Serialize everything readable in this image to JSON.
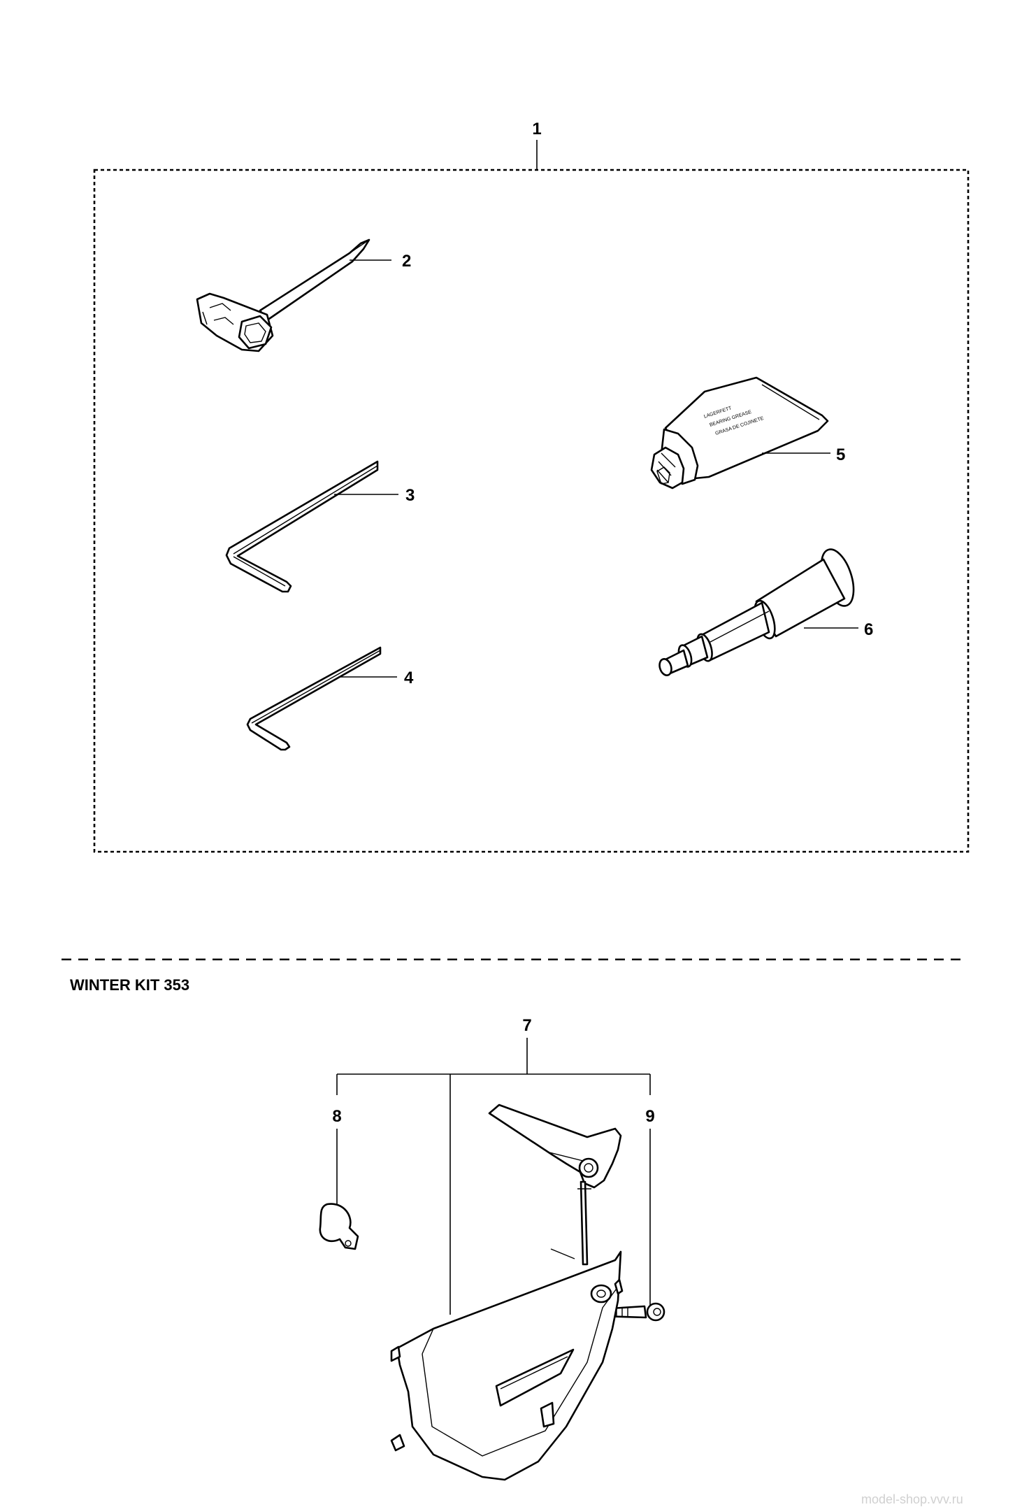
{
  "kit_box_label": "1",
  "kit_items": [
    {
      "number": "2",
      "icon": "spark-plug-wrench-icon"
    },
    {
      "number": "3",
      "icon": "large-hex-key-icon"
    },
    {
      "number": "4",
      "icon": "small-hex-key-icon"
    },
    {
      "number": "5",
      "icon": "grease-tube-icon"
    },
    {
      "number": "6",
      "icon": "bearing-tool-icon"
    }
  ],
  "grease_tube_text": [
    "LAGERFETT",
    "BEARING GREASE",
    "GRASA DE COJINETE"
  ],
  "winter_kit": {
    "title": "WINTER KIT 353",
    "group_label": "7",
    "items": [
      {
        "number": "8",
        "icon": "plug-cover-icon"
      },
      {
        "number": "9",
        "icon": "screw-icon"
      }
    ]
  },
  "watermark": "model-shop.vvv.ru",
  "colors": {
    "ink": "#000000",
    "paper": "#ffffff",
    "watermark": "#d0d0d0"
  }
}
